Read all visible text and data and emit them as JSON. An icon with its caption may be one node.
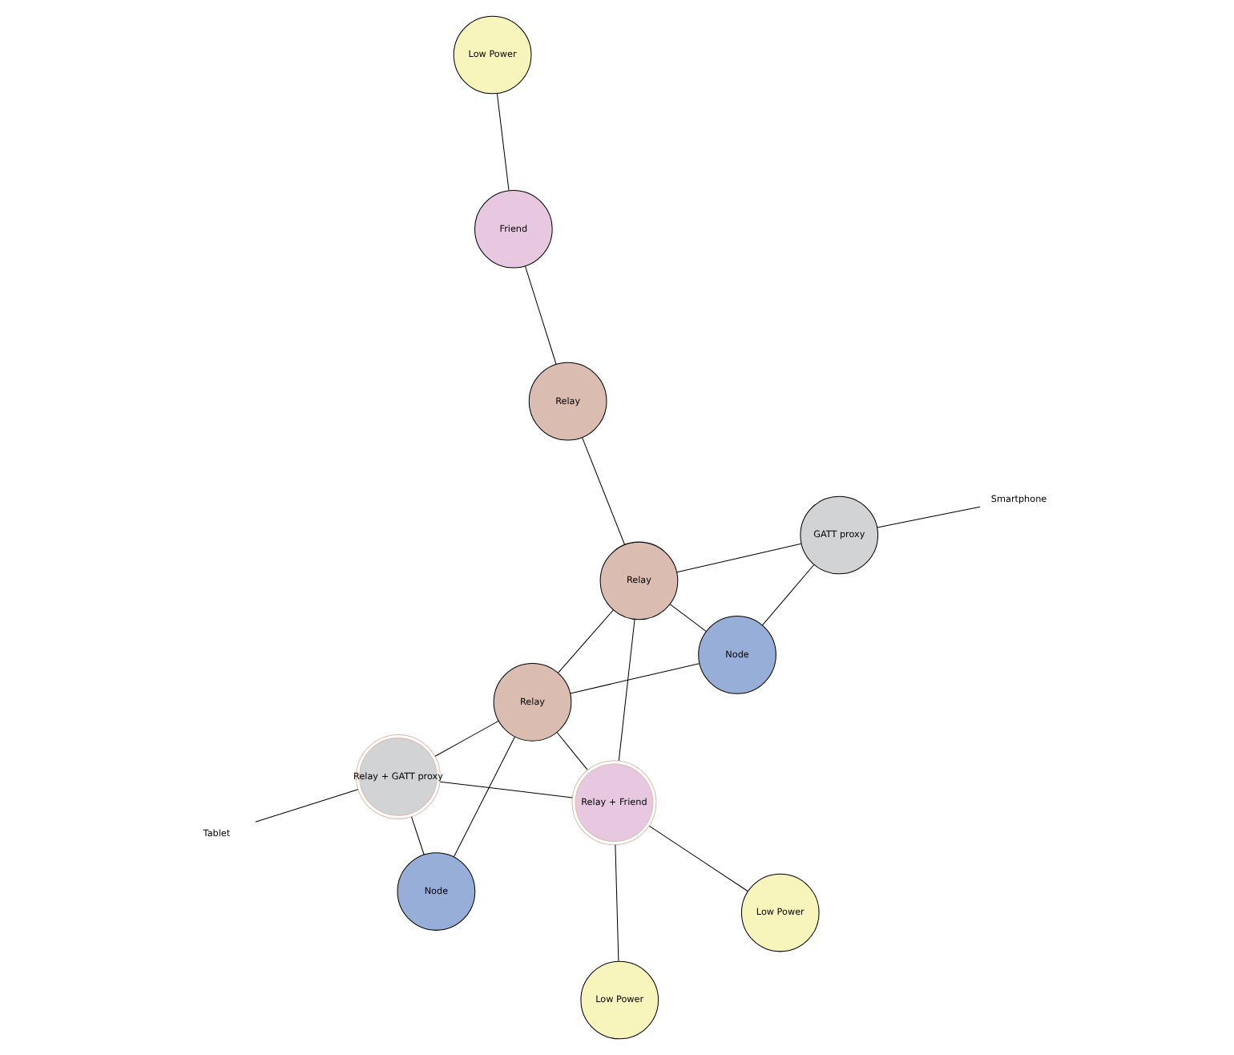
{
  "diagram": {
    "nodes": [
      {
        "text": [
          "Tablet"
        ]
      },
      {
        "text": [
          "Node"
        ]
      },
      {
        "text": [
          "Relay + GATT proxy"
        ]
      },
      {
        "text": [
          "Relay"
        ]
      },
      {
        "text": [
          "Node"
        ]
      },
      {
        "text": [
          "Smartphone"
        ]
      },
      {
        "text": [
          "Relay + Friend"
        ]
      },
      {
        "text": [
          "Low Power"
        ]
      },
      {
        "text": [
          "Relay"
        ]
      },
      {
        "text": [
          "GATT proxy"
        ]
      },
      {
        "text": [
          "Low Power"
        ]
      },
      {
        "text": [
          "Relay"
        ]
      },
      {
        "text": [
          "Friend"
        ]
      },
      {
        "text": [
          "Low Power"
        ]
      }
    ],
    "edges": [
      {
        "from": 0,
        "to": 2,
        "arrow": "none"
      },
      {
        "from": 1,
        "to": 2,
        "arrow": "none"
      },
      {
        "from": 1,
        "to": 3,
        "arrow": "none"
      },
      {
        "from": 2,
        "to": 3,
        "arrow": "none"
      },
      {
        "from": 3,
        "to": 4,
        "arrow": "none"
      },
      {
        "from": 2,
        "to": 6,
        "arrow": "none"
      },
      {
        "from": 3,
        "to": 6,
        "arrow": "none"
      },
      {
        "from": 3,
        "to": 8,
        "arrow": "none"
      },
      {
        "from": 4,
        "to": 8,
        "arrow": "none"
      },
      {
        "from": 4,
        "to": 9,
        "arrow": "none"
      },
      {
        "from": 5,
        "to": 9,
        "arrow": "none"
      },
      {
        "from": 7,
        "to": 6,
        "arrow": "none"
      },
      {
        "from": 6,
        "to": 8,
        "arrow": "none"
      },
      {
        "from": 8,
        "to": 9,
        "arrow": "none"
      },
      {
        "from": 6,
        "to": 10,
        "arrow": "none"
      },
      {
        "from": 8,
        "to": 11,
        "arrow": "none"
      },
      {
        "from": 11,
        "to": 12,
        "arrow": "none"
      },
      {
        "from": 12,
        "to": 13,
        "arrow": "none"
      }
    ]
  }
}
